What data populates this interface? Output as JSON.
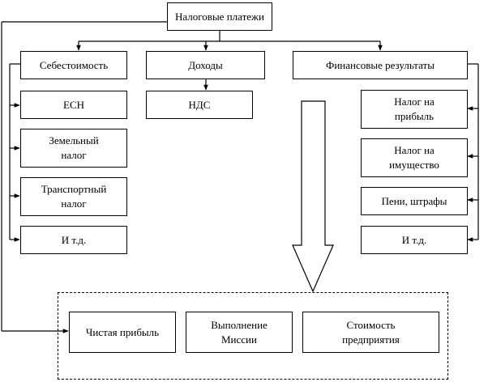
{
  "boxes": {
    "taxes": "Налоговые платежи",
    "cost": "Себестоимость",
    "income": "Доходы",
    "financial_results": "Финансовые результаты",
    "esn": "ЕСН",
    "land_tax": "Земельный налог",
    "transport_tax": "Транспортный налог",
    "cost_etc": "И т.д.",
    "vat": "НДС",
    "profit_tax": "Налог на прибыль",
    "property_tax": "Налог на имущество",
    "penalties": "Пени, штрафы",
    "fin_etc": "И т.д.",
    "net_profit": "Чистая прибыль",
    "mission": "Выполнение Миссии",
    "enterprise_value": "Стоимость предприятия"
  },
  "colors": {
    "line": "#000000",
    "background": "#ffffff"
  }
}
